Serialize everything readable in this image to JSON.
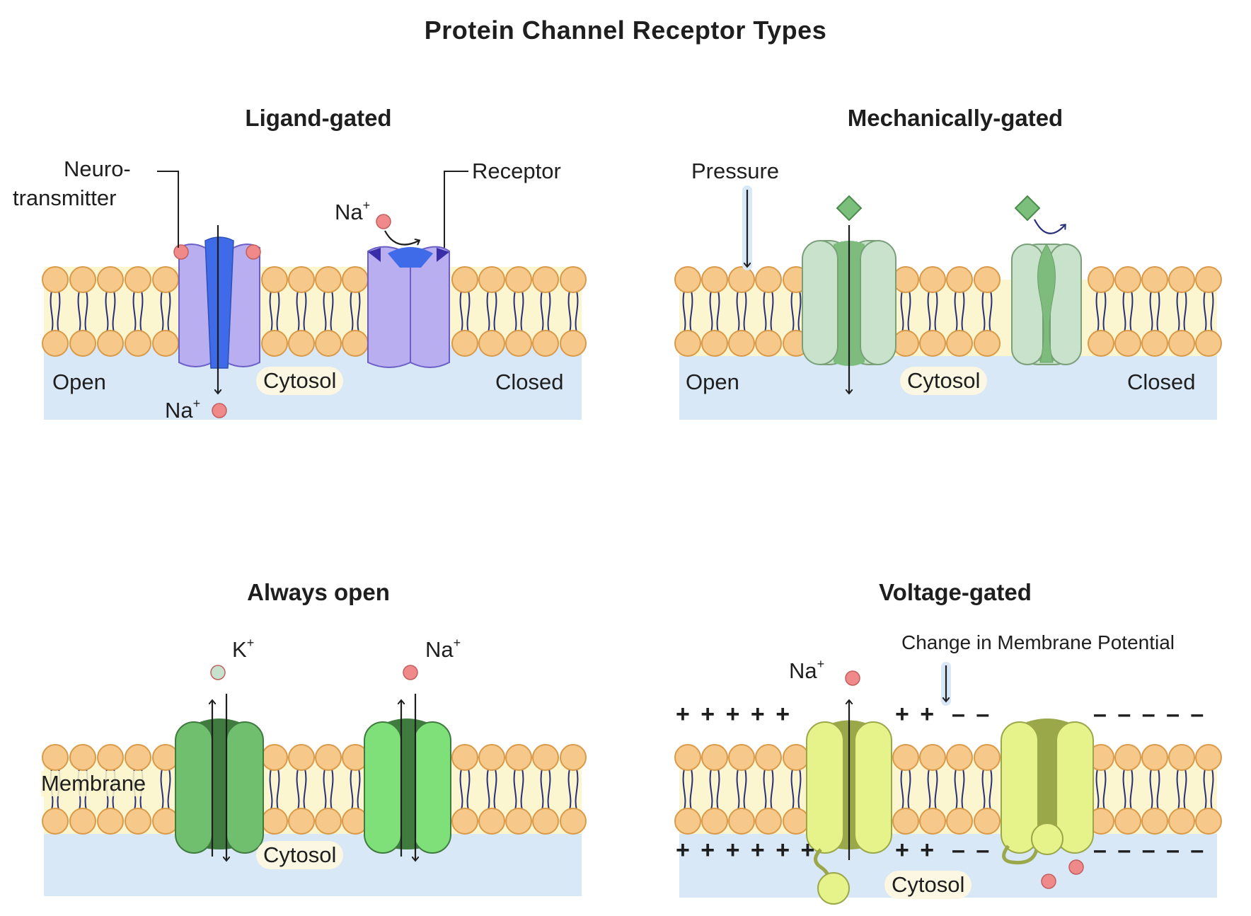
{
  "title": "Protein Channel Receptor Types",
  "colors": {
    "cytosol": "#d8e8f6",
    "membrane": "#fbf6cf",
    "lipid_head": "#f6c88a",
    "lipid_head_stroke": "#d99a4a",
    "ligand_receptor": "#b9aef0",
    "ligand_core": "#3f6be8",
    "ligand_tip": "#3a2ea8",
    "mech_light": "#c9e2cc",
    "mech_dark": "#7dbc7d",
    "mech_ligand": "#7cbf7c",
    "open_k_outer": "#6fbf6f",
    "open_k_core": "#3f7a3f",
    "open_na_outer": "#7fe07a",
    "volt_light": "#e6f28a",
    "volt_dark": "#9aa84a",
    "na_ion": "#f08a8a",
    "k_ion": "#c6e2cf"
  },
  "panels": [
    {
      "title": "Ligand-gated",
      "labels": {
        "neuro_line1": "Neuro-",
        "neuro_line2": "transmitter",
        "receptor": "Receptor",
        "na_top": "Na",
        "na_bottom": "Na",
        "sup": "+",
        "open": "Open",
        "cytosol": "Cytosol",
        "closed": "Closed"
      }
    },
    {
      "title": "Mechanically-gated",
      "labels": {
        "pressure": "Pressure",
        "open": "Open",
        "cytosol": "Cytosol",
        "closed": "Closed"
      }
    },
    {
      "title": "Always open",
      "labels": {
        "k": "K",
        "na": "Na",
        "sup": "+",
        "membrane": "Membrane",
        "cytosol": "Cytosol"
      }
    },
    {
      "title": "Voltage-gated",
      "labels": {
        "potential": "Change in Membrane Potential",
        "na": "Na",
        "sup": "+",
        "cytosol": "Cytosol",
        "plus_row_left": "+ + + + +",
        "plus_row_mid": "+ +",
        "minus_row_mid": "– –",
        "minus_row_right": "– – – – –",
        "plus_row_left_bottom": "+ + + + + +",
        "plus_row_mid_bottom": "+ +",
        "minus_row_mid_bottom": "– –",
        "minus_row_right_bottom": "– – – – –"
      }
    }
  ]
}
